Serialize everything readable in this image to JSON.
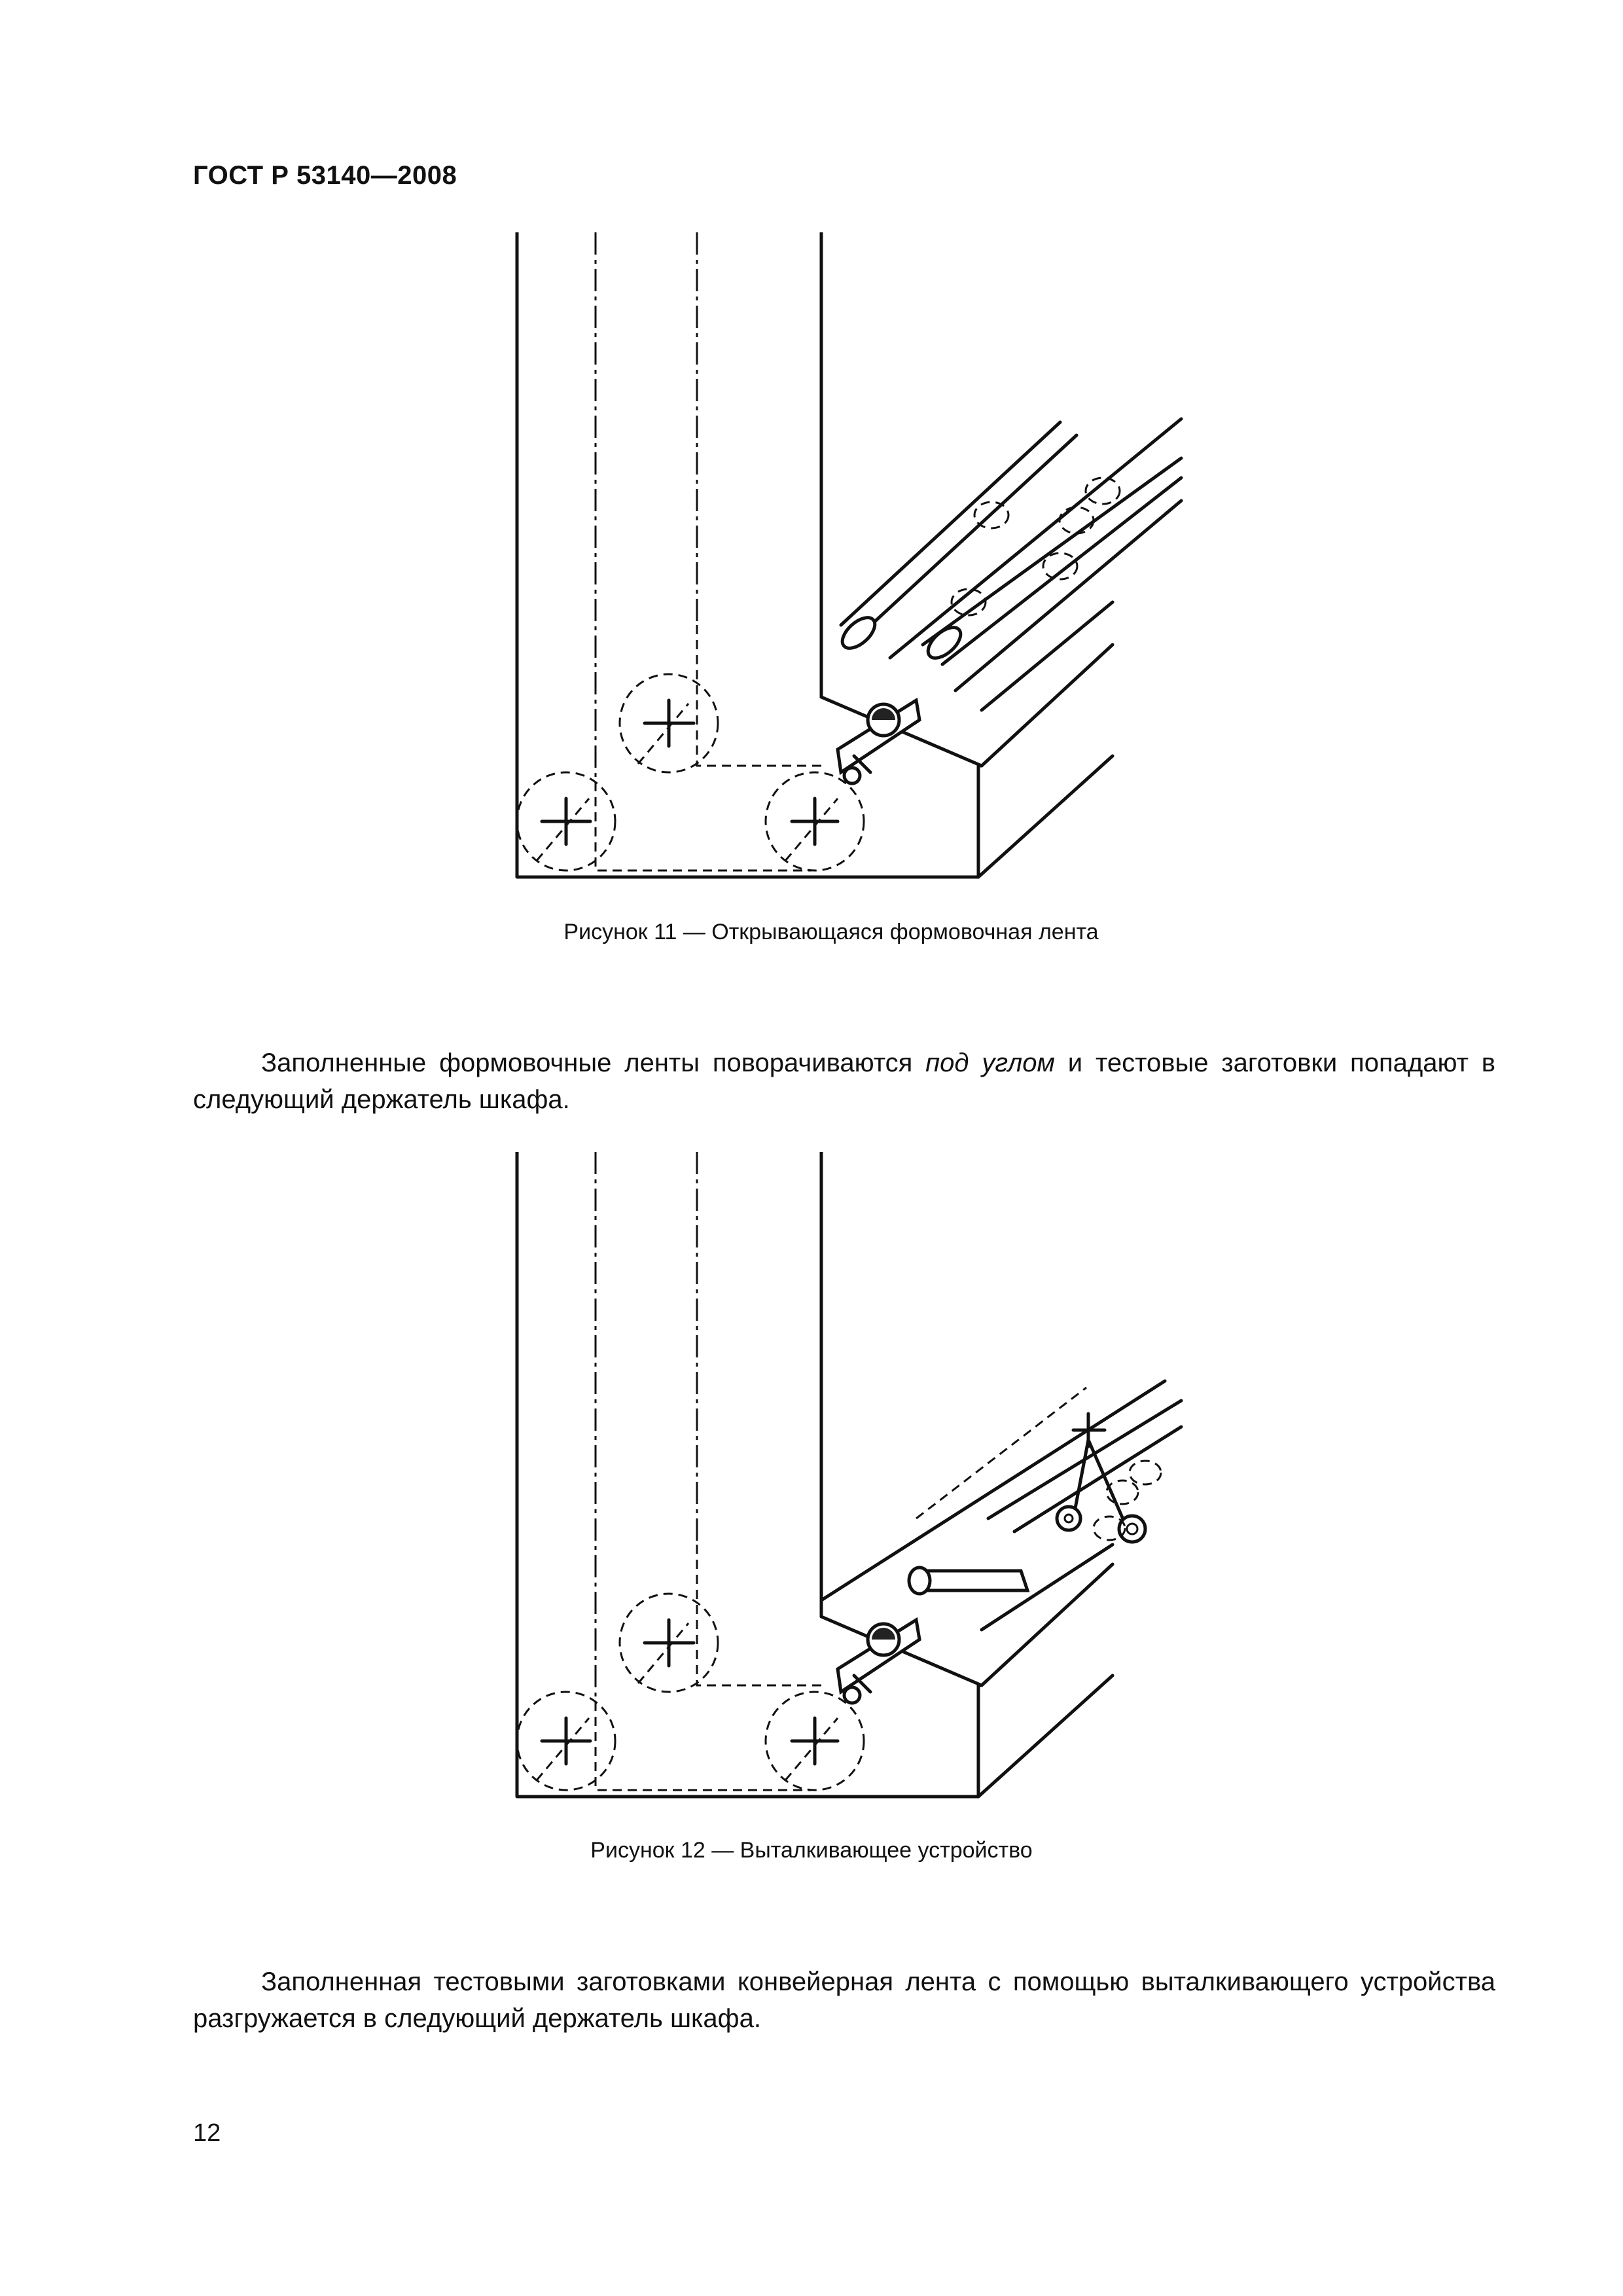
{
  "header": {
    "standard": "ГОСТ Р 53140—2008"
  },
  "figures": [
    {
      "caption": "Рисунок 11 — Открывающаяся формовочная лента"
    },
    {
      "caption": "Рисунок 12 — Выталкивающее устройство"
    }
  ],
  "paragraphs": [
    {
      "before_italic": "Заполненные формовочные ленты поворачиваются ",
      "italic": "под углом",
      "after_italic": " и тестовые заготовки попадают в следующий держатель шкафа."
    },
    {
      "text": "Заполненная тестовыми заготовками конвейерная лента с помощью выталкивающего устройства разгружается в следующий держатель шкафа."
    }
  ],
  "footer": {
    "page_number": "12"
  }
}
